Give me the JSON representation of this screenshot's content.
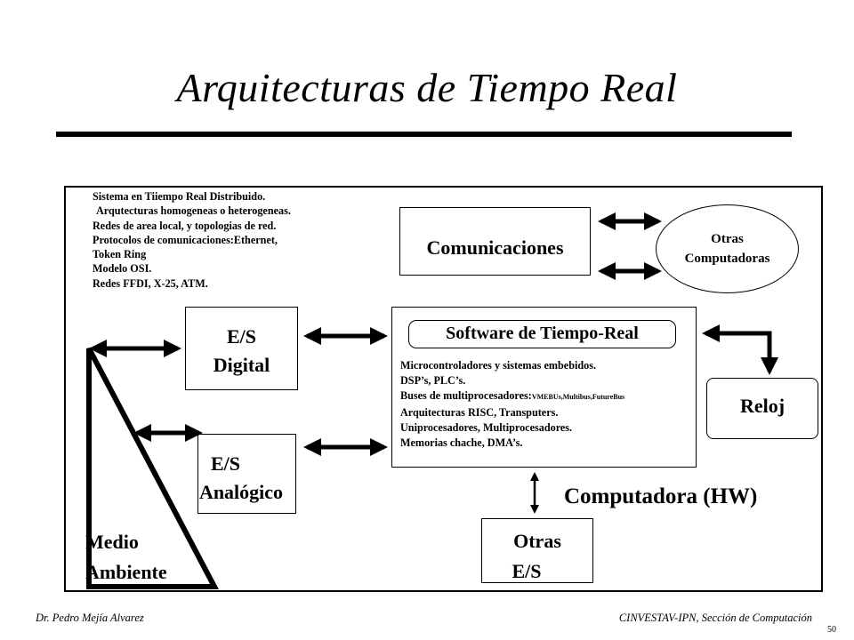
{
  "slide": {
    "title": "Arquitecturas de Tiempo Real",
    "footer_author": "Dr. Pedro Mejía Alvarez",
    "footer_institution": "CINVESTAV-IPN,  Sección de Computación",
    "page_number": "50"
  },
  "distributed_notes": [
    "Sistema en Tiiempo Real Distribuido.",
    "Arqutecturas homogeneas o heterogeneas.",
    "Redes de area local, y topologias de red.",
    "Protocolos de comunicaciones:Ethernet,",
    "Token Ring",
    "Modelo OSI.",
    "Redes FFDI, X-25, ATM."
  ],
  "nodes": {
    "comunicaciones": "Comunicaciones",
    "otras_computadoras_line1": "Otras",
    "otras_computadoras_line2": "Computadoras",
    "es_digital_line1": "E/S",
    "es_digital_line2": "Digital",
    "es_analogico_line1": "E/S",
    "es_analogico_line2": "Analógico",
    "software": "Software de Tiempo-Real",
    "reloj": "Reloj",
    "computadora_hw": "Computadora (HW)",
    "otras_es_line1": "Otras",
    "otras_es_line2": "E/S",
    "medio_line1": "Medio",
    "medio_line2": "Ambiente"
  },
  "software_notes": {
    "line1": "Microcontroladores y sistemas embebidos.",
    "line2": "DSP’s, PLC’s.",
    "line3_main": "Buses de multiprocesadores:",
    "line3_small": "VMEBUs,Multibus,FutureBus",
    "line4": "Arquitecturas RISC, Transputers.",
    "line5": "Uniprocesadores, Multiprocesadores.",
    "line6": "Memorias chache, DMA’s."
  }
}
